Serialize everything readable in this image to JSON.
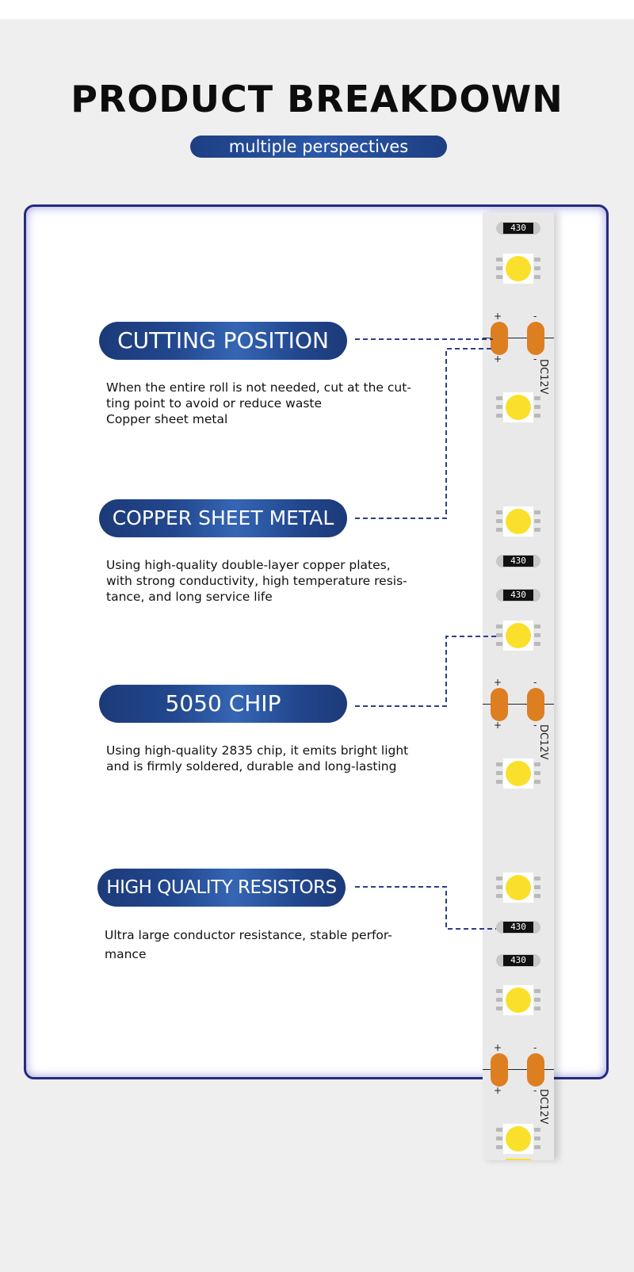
{
  "header": {
    "title": "PRODUCT BREAKDOWN",
    "subtitle": "multiple perspectives"
  },
  "sections": [
    {
      "label": "CUTTING POSITION",
      "lines": [
        "When the entire roll is not needed, cut at the cut-",
        "ting point to avoid or reduce waste",
        "Copper sheet metal"
      ]
    },
    {
      "label": "COPPER SHEET METAL",
      "lines": [
        "Using high-quality double-layer copper plates,",
        "with strong conductivity, high temperature resis-",
        "tance, and long service life"
      ]
    },
    {
      "label": "5050 CHIP",
      "lines": [
        "Using high-quality 2835 chip, it emits bright light",
        "and is firmly soldered, durable and long-lasting"
      ]
    },
    {
      "label": "HIGH QUALITY RESISTORS",
      "lines": [
        "Ultra large conductor resistance, stable perfor-",
        "mance"
      ]
    }
  ],
  "strip": {
    "resistor_code": "430",
    "voltage": "DC12V",
    "plus": "+",
    "minus": "-"
  },
  "colors": {
    "pill": "#1e3f82",
    "pad": "#dd7e21",
    "led": "#fbe02b",
    "frame": "#252a7e",
    "connector": "#2a3f8a"
  }
}
